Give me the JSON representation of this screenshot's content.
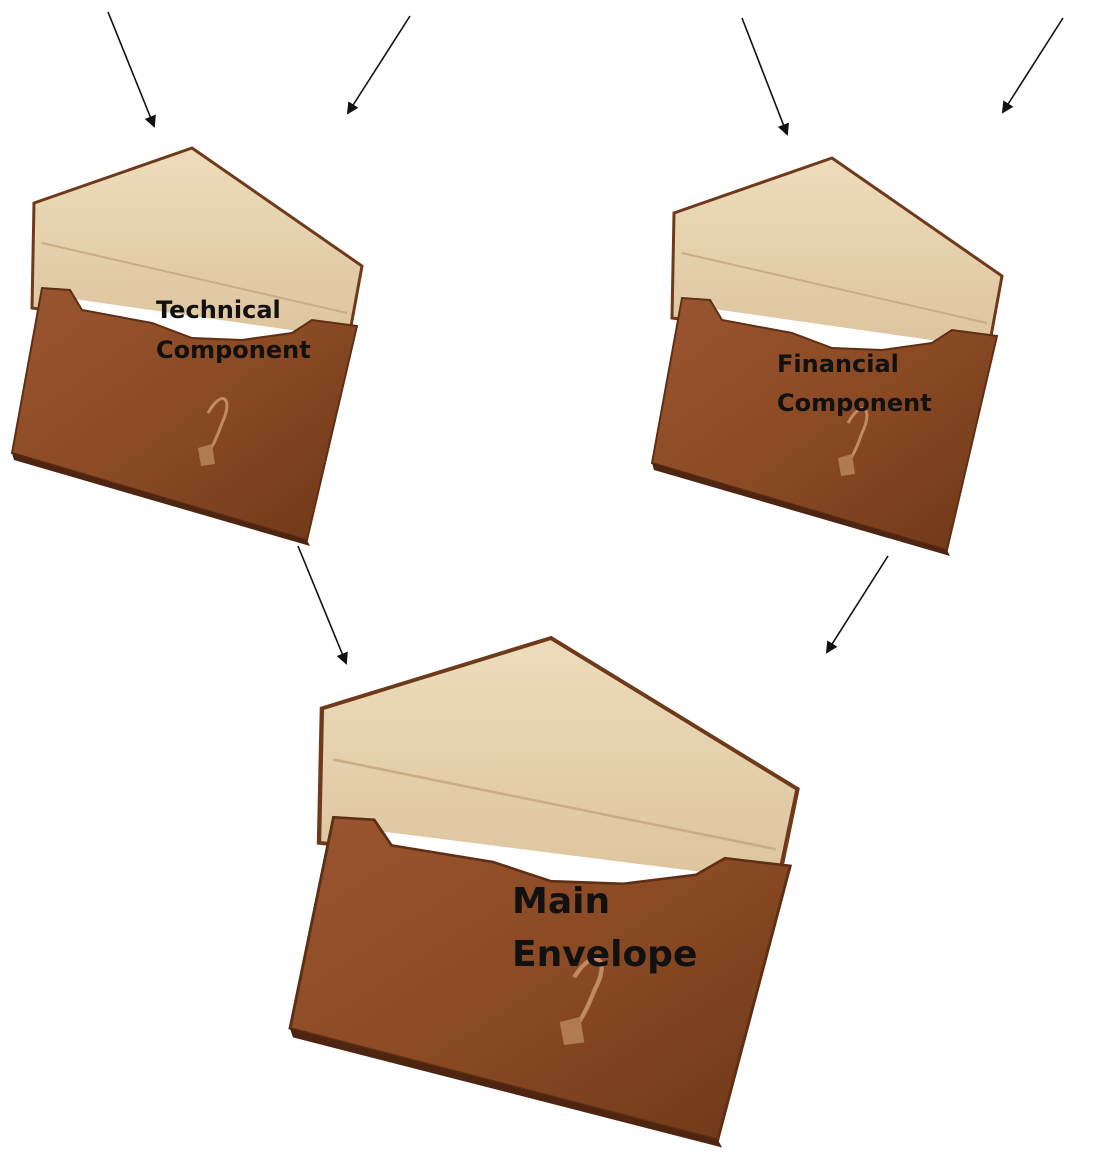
{
  "labels": {
    "technical_line1": "Technical",
    "technical_line2": "Component",
    "financial_line1": "Financial",
    "financial_line2": "Component",
    "main_line1": "Main",
    "main_line2": "Envelope"
  },
  "colors": {
    "leather": "#8a4a24",
    "leather_dark": "#5e2f14",
    "flap_lining": "#e8d3b0",
    "paper": "#ffffff",
    "arrow": "#111111",
    "text": "#111111"
  }
}
